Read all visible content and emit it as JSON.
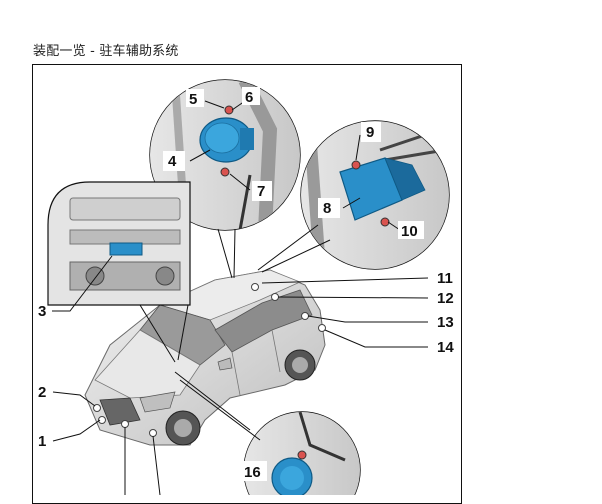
{
  "heading": "装配一览 - 驻车辅助系统",
  "callouts": [
    "1",
    "2",
    "3",
    "4",
    "5",
    "6",
    "7",
    "8",
    "9",
    "10",
    "11",
    "12",
    "13",
    "14",
    "16"
  ],
  "colors": {
    "component_blue": "#2a8fc9",
    "frame": "#111111",
    "car_gray": "#d9d9d9"
  }
}
